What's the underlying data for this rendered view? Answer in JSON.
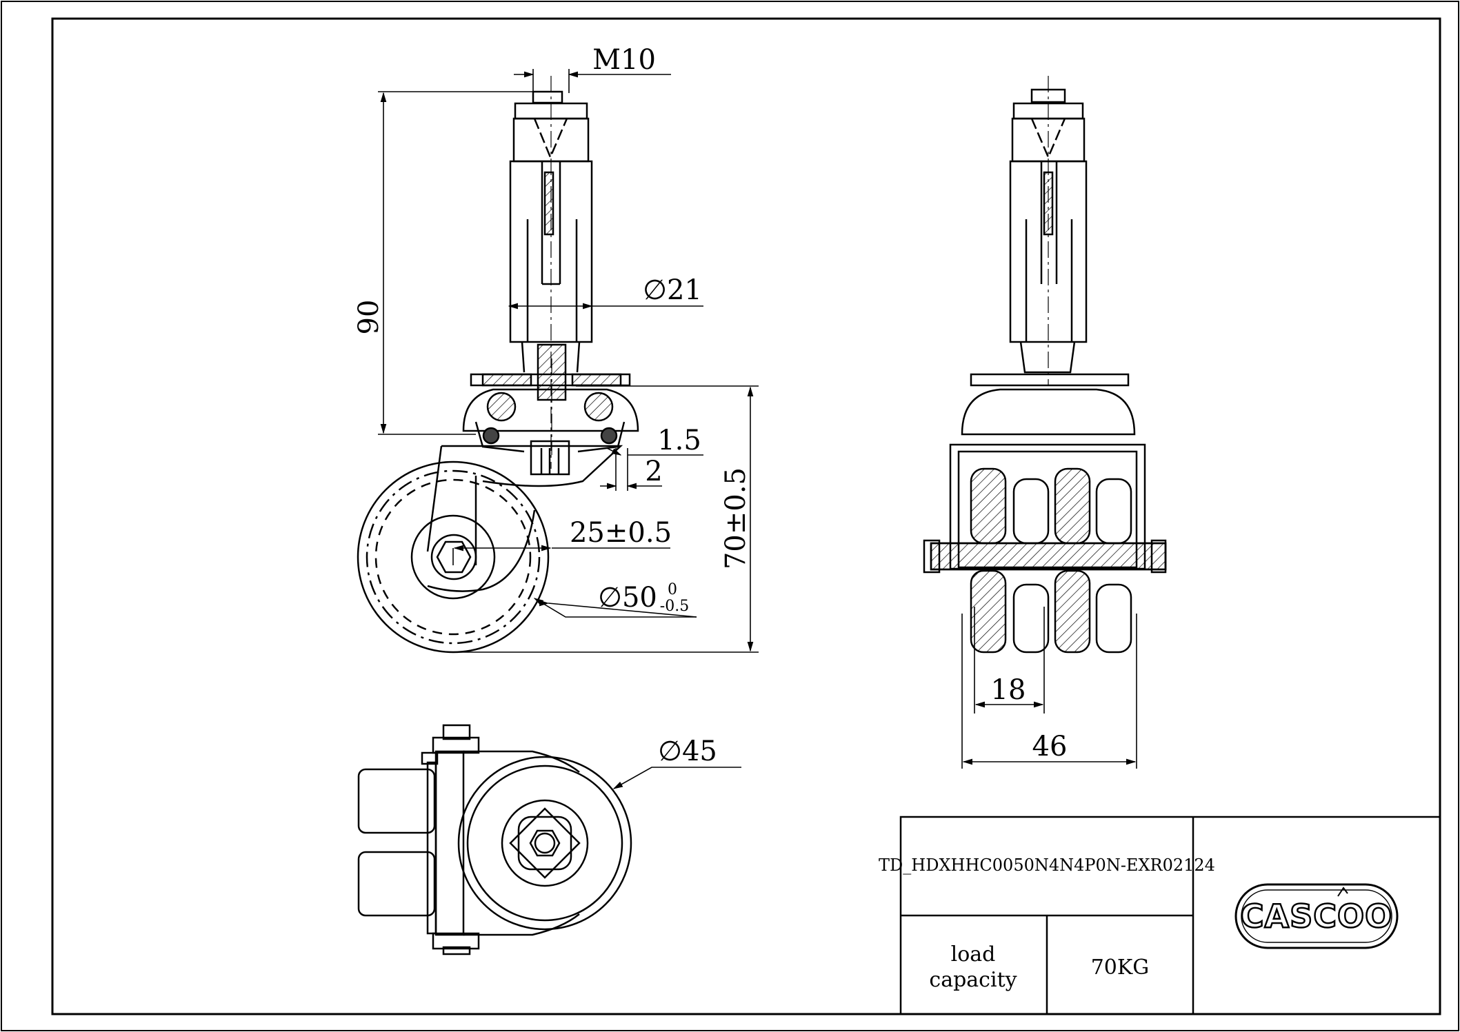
{
  "dimensions": {
    "thread": "M10",
    "height_total": "90",
    "stem_diameter": "∅21",
    "gap_1": "1.5",
    "gap_2": "2",
    "offset": "25±0.5",
    "wheel_diameter_base": "∅50",
    "wheel_diameter_tol_upper": "0",
    "wheel_diameter_tol_lower": "-0.5",
    "wheel_height": "70±0.5",
    "wheel_width": "18",
    "overall_width": "46",
    "swivel_diameter": "∅45"
  },
  "title_block": {
    "drawing_number": "TD_HDXHHC0050N4N4P0N-EXR02124",
    "load_label_line1": "load",
    "load_label_line2": "capacity",
    "load_value": "70KG",
    "logo_text": "CASCOO"
  }
}
